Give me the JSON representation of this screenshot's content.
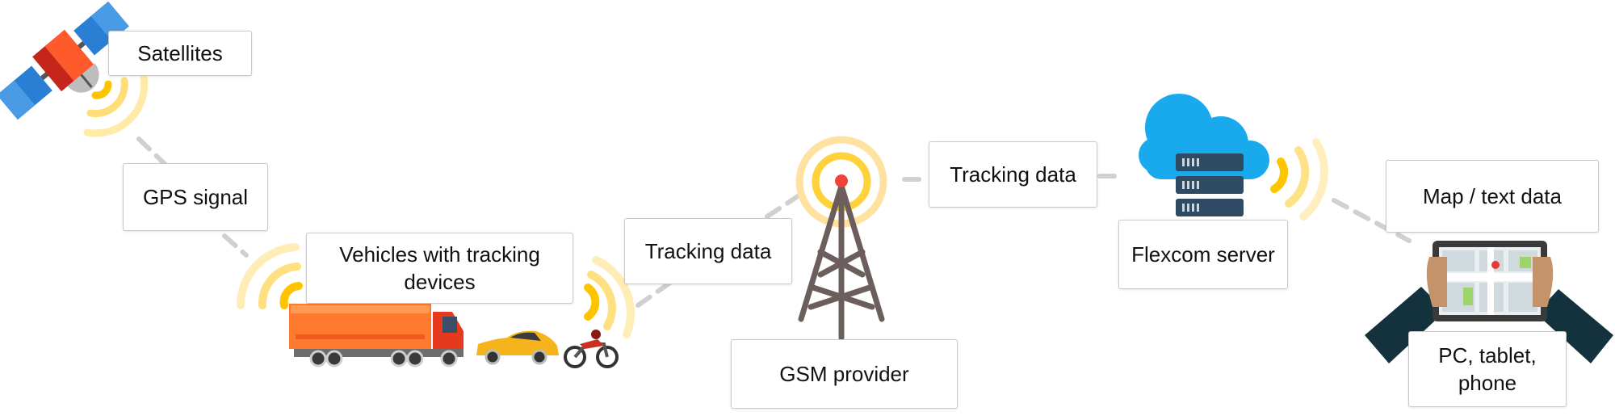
{
  "labels": {
    "satellites": "Satellites",
    "gps_signal": "GPS signal",
    "vehicles": "Vehicles with tracking devices",
    "tracking_data_1": "Tracking data",
    "gsm_provider": "GSM provider",
    "tracking_data_2": "Tracking data",
    "server": "Flexcom server",
    "map_text": "Map / text data",
    "devices": "PC, tablet, phone"
  },
  "colors": {
    "signal_wave": "#ffd860",
    "connector": "#d0d0d0",
    "truck": "#ff7a2f",
    "cloud": "#19aaee",
    "server_rack": "#2f4b63",
    "tower": "#6b5e5c",
    "tower_light": "#f0433a",
    "satellite_panel": "#2a7fd4",
    "satellite_body": "#c4261c"
  },
  "icons": [
    "satellite-icon",
    "signal-waves-icon",
    "truck-icon",
    "car-icon",
    "motorcycle-icon",
    "gsm-tower-icon",
    "cloud-icon",
    "server-icon",
    "tablet-hands-icon"
  ]
}
